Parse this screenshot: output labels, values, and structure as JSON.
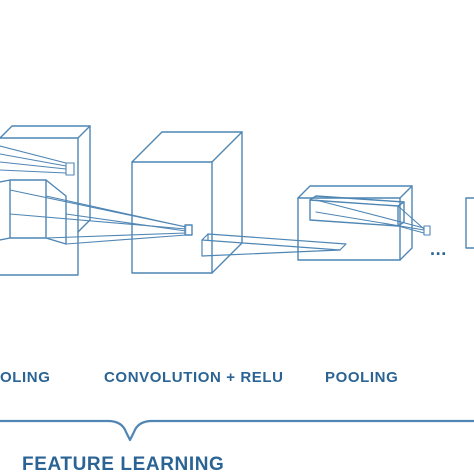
{
  "colors": {
    "line": "#4f86b4",
    "text": "#2b6494",
    "background": "#ffffff"
  },
  "labels": {
    "stage_pooling_partial": "OLING",
    "stage_conv_relu": "CONVOLUTION + RELU",
    "stage_pooling": "POOLING",
    "continuation": "...",
    "group_feature_learning": "FEATURE LEARNING"
  }
}
